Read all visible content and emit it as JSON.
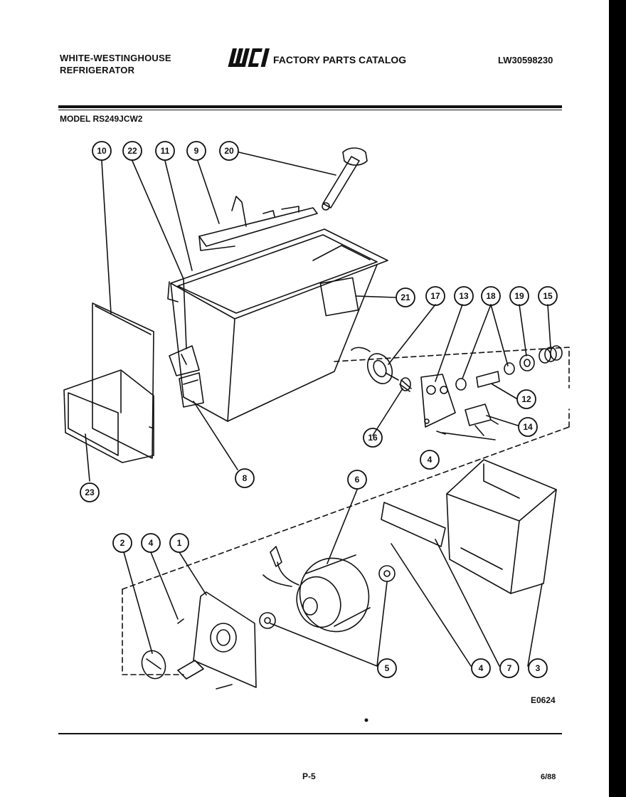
{
  "header": {
    "brand_line1": "WHITE-WESTINGHOUSE",
    "brand_line2": "REFRIGERATOR",
    "logo_text": "WCI",
    "catalog_title": "FACTORY PARTS CATALOG",
    "catalog_number": "LW30598230",
    "model_label": "MODEL RS249JCW2"
  },
  "diagram": {
    "callouts": [
      "10",
      "22",
      "11",
      "9",
      "20",
      "21",
      "17",
      "13",
      "18",
      "19",
      "15",
      "12",
      "14",
      "16",
      "4",
      "8",
      "23",
      "6",
      "2",
      "4",
      "1",
      "5",
      "4",
      "7",
      "3"
    ],
    "drawing_code": "E0624"
  },
  "footer": {
    "page_number": "P-5",
    "date": "6/88"
  }
}
